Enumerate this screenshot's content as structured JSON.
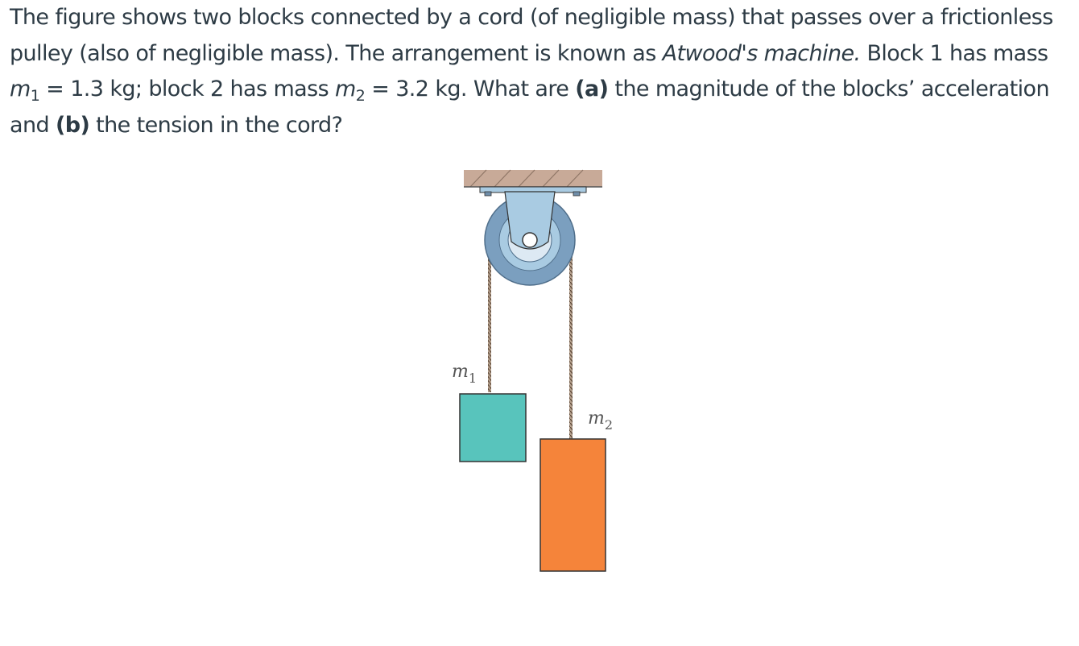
{
  "problem": {
    "intro": "The figure shows two blocks connected by a cord (of negligible mass) that passes over a frictionless pulley (also of negligible mass). The arrangement is known as ",
    "machine_name": "Atwood's machine.",
    "mass_intro": " Block 1 has mass ",
    "m1_symbol": "m",
    "m1_sub": "1",
    "m1_value": " = 1.3 kg; block 2 has mass ",
    "m2_symbol": "m",
    "m2_sub": "2",
    "m2_value": " = 3.2 kg. What are ",
    "part_a_label": "(a)",
    "part_a_text": " the magnitude of the blocks’ acceleration and ",
    "part_b_label": "(b)",
    "part_b_text": " the tension in the cord?"
  },
  "figure": {
    "label_m1": "m",
    "label_m1_sub": "1",
    "label_m2": "m",
    "label_m2_sub": "2",
    "colors": {
      "ceiling": "#c8aa98",
      "bracket": "#a9cbe2",
      "pulley_outer": "#7b9fbf",
      "pulley_inner": "#dde9f3",
      "block1": "#58c4bc",
      "block2": "#f5843a",
      "cord": "#8a7260",
      "outline": "#333333"
    }
  }
}
